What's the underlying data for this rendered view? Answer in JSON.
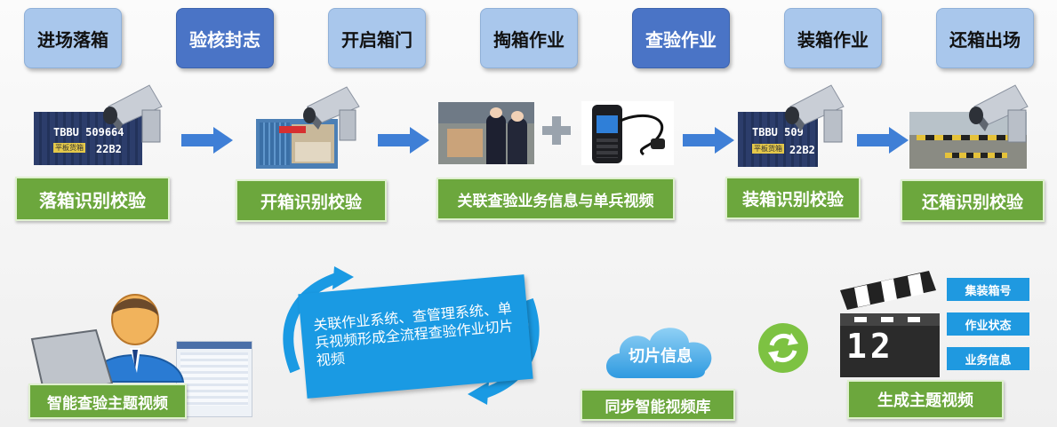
{
  "steps": [
    {
      "label": "进场落箱",
      "style": "light"
    },
    {
      "label": "验核封志",
      "style": "dark"
    },
    {
      "label": "开启箱门",
      "style": "light"
    },
    {
      "label": "掏箱作业",
      "style": "light"
    },
    {
      "label": "查验作业",
      "style": "dark"
    },
    {
      "label": "装箱作业",
      "style": "light"
    },
    {
      "label": "还箱出场",
      "style": "light"
    }
  ],
  "checks": {
    "drop": "落箱识别校验",
    "open": "开箱识别校验",
    "link": "关联查验业务信息与单兵视频",
    "load": "装箱识别校验",
    "return": "还箱识别校验"
  },
  "container": {
    "line1": "TBBU",
    "num1": "509664",
    "tag": "平板货箱",
    "num2": "22B2",
    "num1b": "509"
  },
  "summary": {
    "topic_video": "智能查验主题视频",
    "card_text": "关联作业系统、查管理系统、单兵视频形成全流程查验作业切片视频",
    "cloud": "切片信息",
    "sync_db": "同步智能视频库",
    "generate": "生成主题视频",
    "tags": [
      "集装箱号",
      "作业状态",
      "业务信息"
    ],
    "clapper_number": "12"
  },
  "colors": {
    "green": "#6ca73d",
    "blue": "#1a9ae3",
    "step_light": "#a9c7ec",
    "step_dark": "#4a74c6",
    "arrow": "#3f7fd6"
  }
}
